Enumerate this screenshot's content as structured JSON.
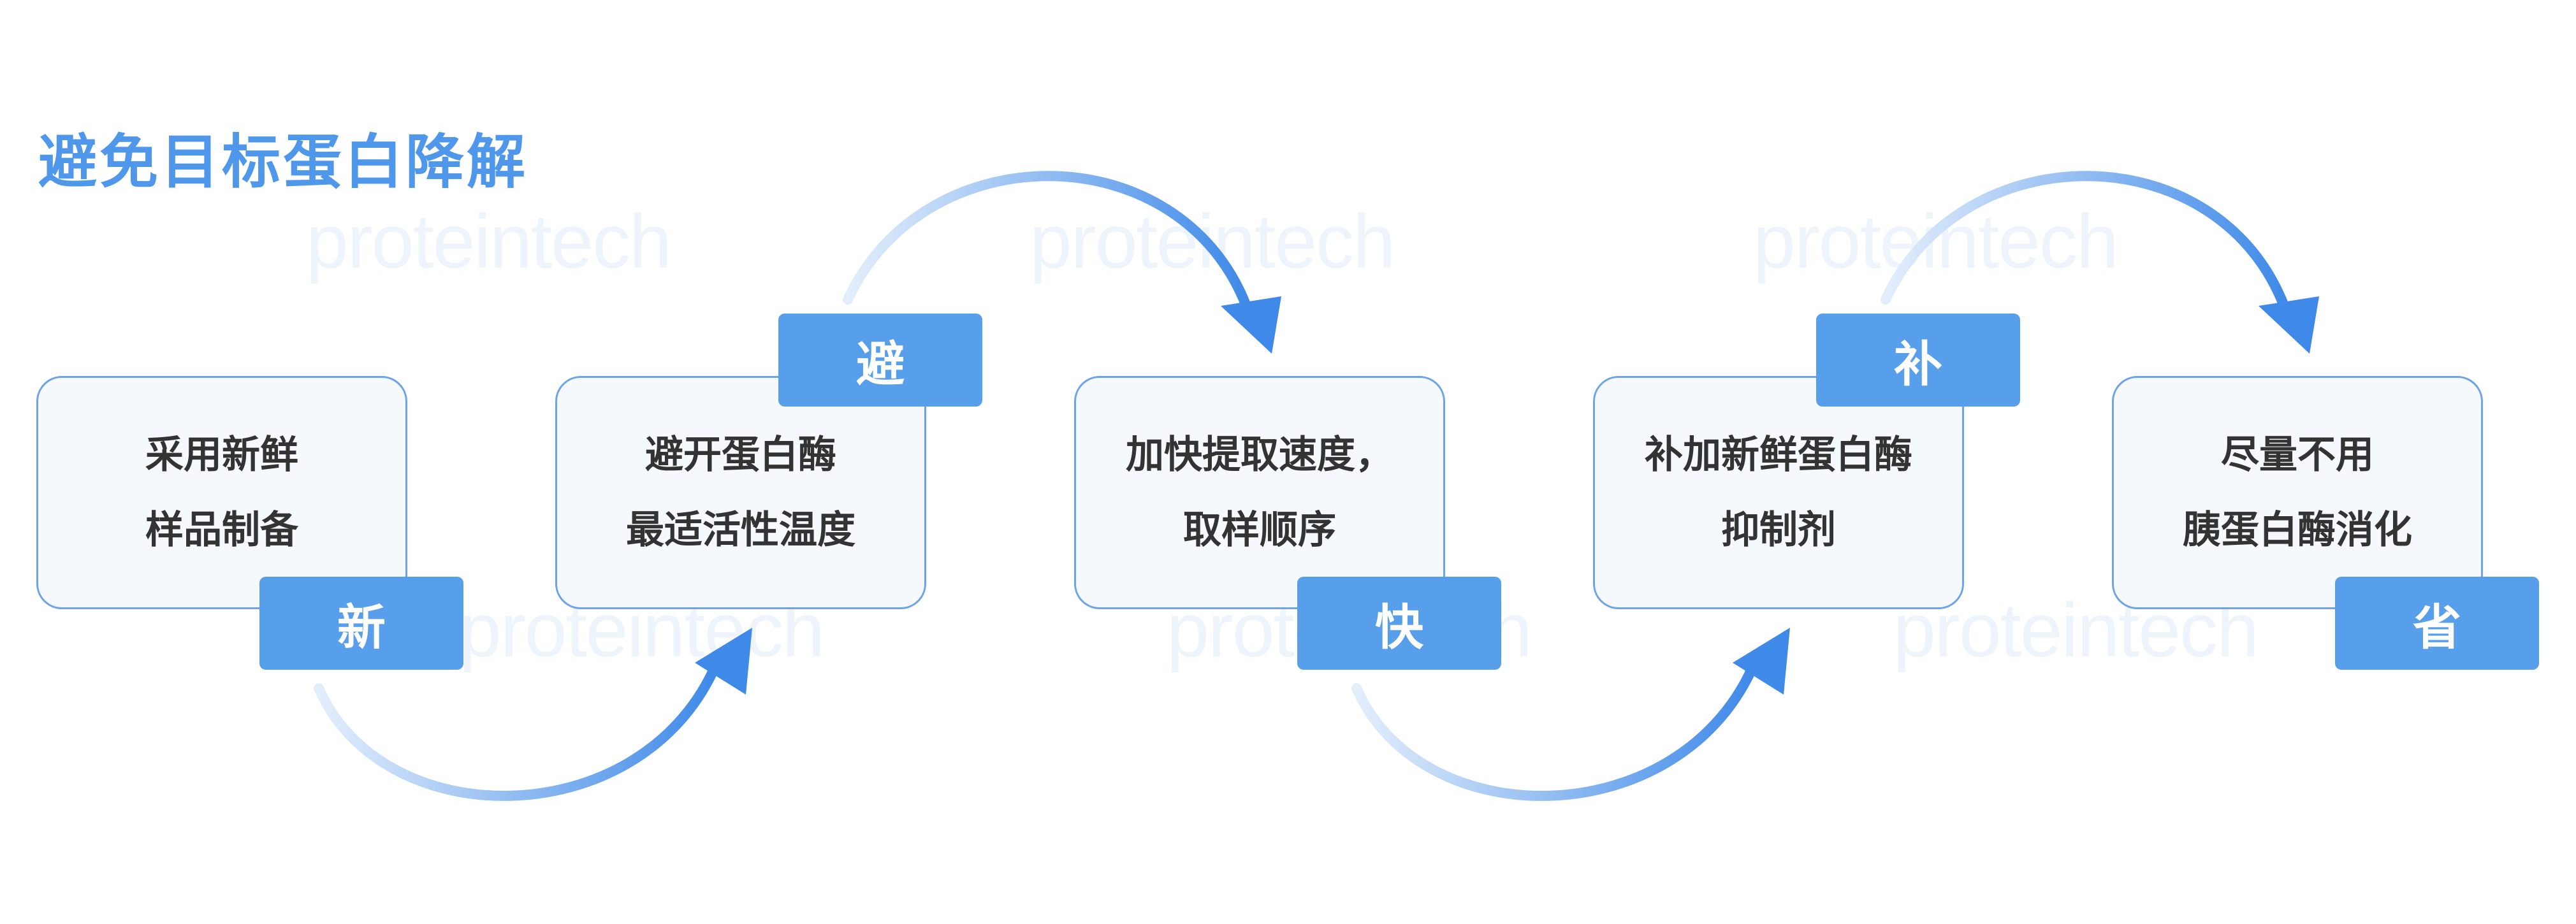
{
  "title": "避免目标蛋白降解",
  "watermark": "proteintech",
  "colors": {
    "accent": "#579feb",
    "title": "#4f97ea",
    "box_border": "#6ea2ea",
    "box_fill": "#f5f9fe",
    "text": "#333333"
  },
  "steps": [
    {
      "badge": "新",
      "lines": [
        "采用新鲜",
        "样品制备"
      ]
    },
    {
      "badge": "避",
      "lines": [
        "避开蛋白酶",
        "最适活性温度"
      ]
    },
    {
      "badge": "快",
      "lines": [
        "加快提取速度，",
        "取样顺序"
      ]
    },
    {
      "badge": "补",
      "lines": [
        "补加新鲜蛋白酶",
        "抑制剂"
      ]
    },
    {
      "badge": "省",
      "lines": [
        "尽量不用",
        "胰蛋白酶消化"
      ]
    }
  ]
}
